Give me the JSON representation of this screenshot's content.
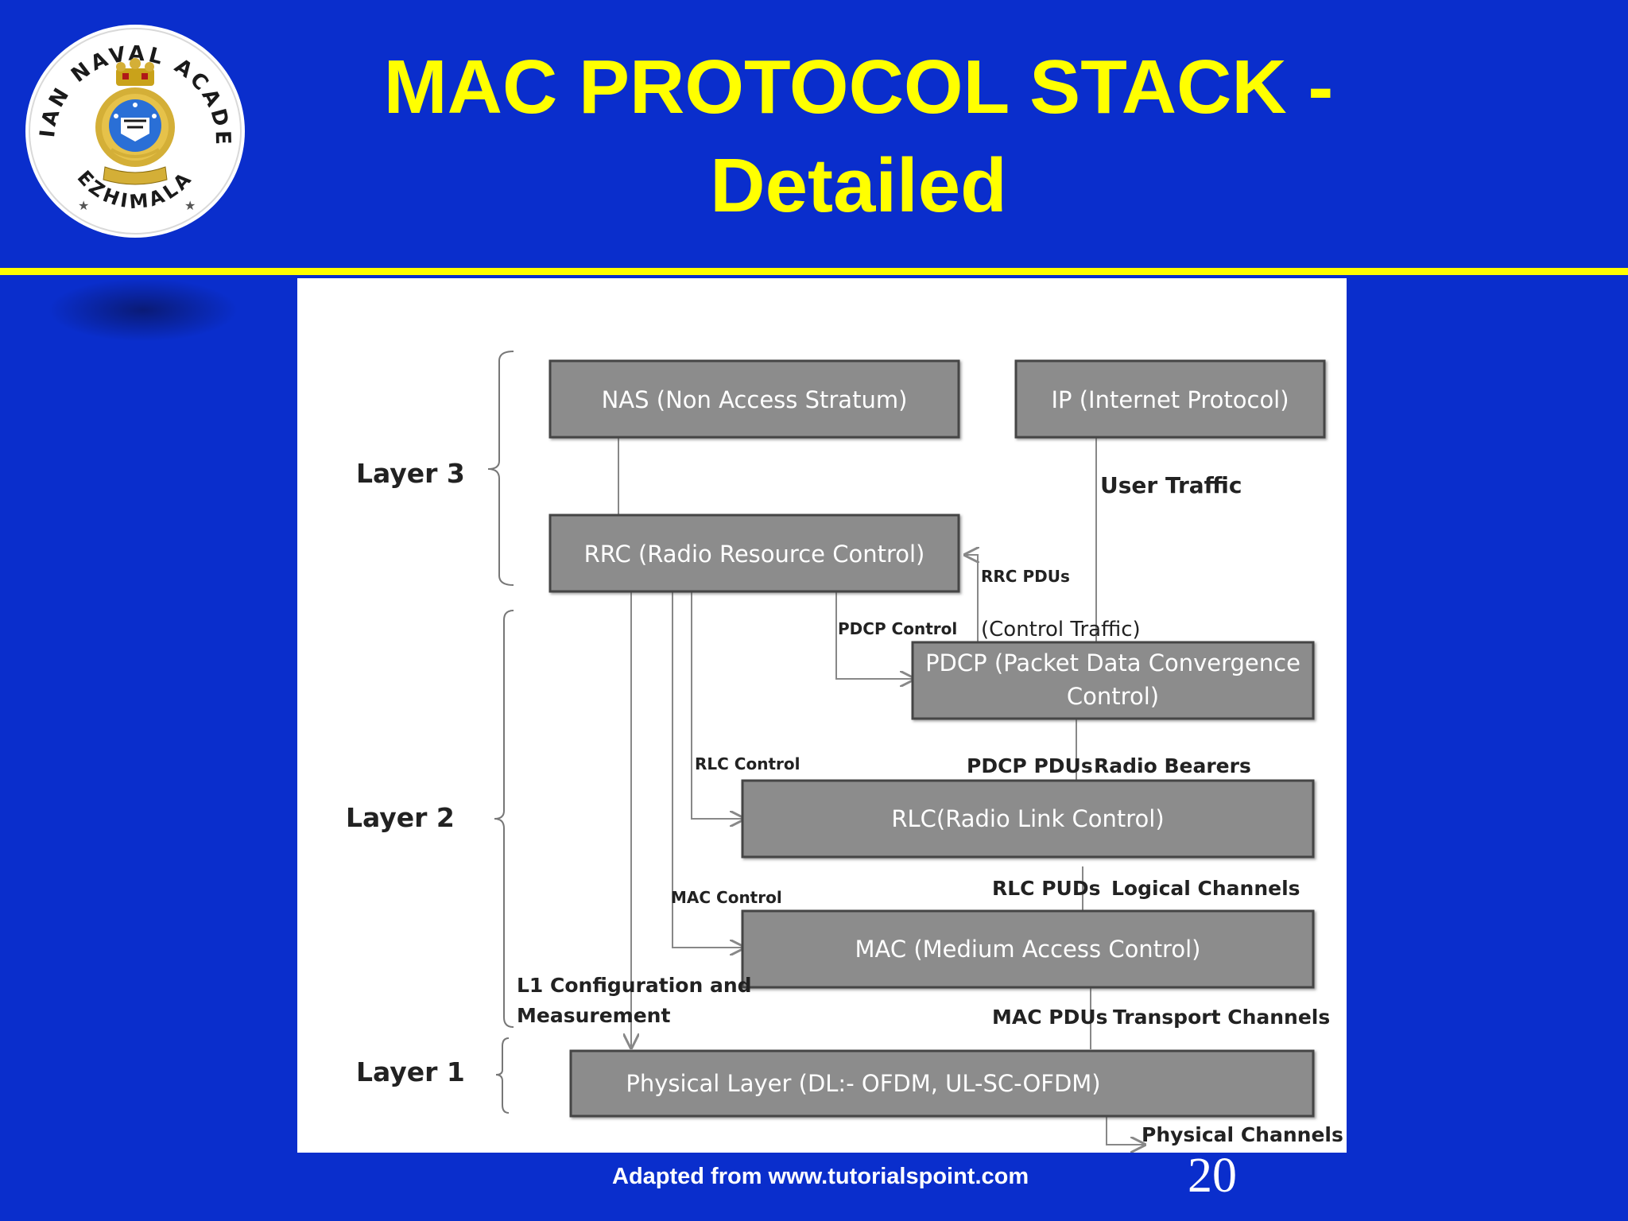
{
  "slide": {
    "title_line1": "MAC PROTOCOL STACK -",
    "title_line2": "Detailed",
    "footer": "Adapted from  www.tutorialspoint.com",
    "page_number": "20"
  },
  "logo": {
    "text_top": "INDIAN NAVAL ACADEMY",
    "text_bottom": "EZHIMALA"
  },
  "colors": {
    "background": "#0a2ecc",
    "title": "#ffff00",
    "box_fill": "#8c8c8c",
    "box_text": "#ffffff"
  },
  "diagram": {
    "layers": {
      "layer3": "Layer 3",
      "layer2": "Layer 2",
      "layer1": "Layer 1"
    },
    "boxes": {
      "nas": "NAS (Non Access Stratum)",
      "ip": "IP (Internet  Protocol)",
      "rrc": "RRC (Radio Resource  Control)",
      "pdcp_line1": "PDCP (Packet Data Convergence",
      "pdcp_line2": "Control)",
      "rlc": "RLC(Radio Link Control)",
      "mac": "MAC (Medium Access Control)",
      "phy": "Physical Layer (DL:- OFDM, UL-SC-OFDM)"
    },
    "labels": {
      "user_traffic": "User Traffic",
      "rrc_pdus": "RRC PDUs",
      "pdcp_control": "PDCP Control",
      "control_traffic": "(Control Traffic)",
      "rlc_control": "RLC Control",
      "pdcp_pdus": "PDCP PDUs",
      "radio_bearers": "Radio Bearers",
      "mac_control": "MAC Control",
      "rlc_puds": "RLC PUDs",
      "logical_channels": "Logical Channels",
      "l1_config_line1": "L1 Configuration and",
      "l1_config_line2": "Measurement",
      "mac_pdus": "MAC PDUs",
      "transport_channels": "Transport Channels",
      "physical_channels": "Physical Channels"
    }
  }
}
